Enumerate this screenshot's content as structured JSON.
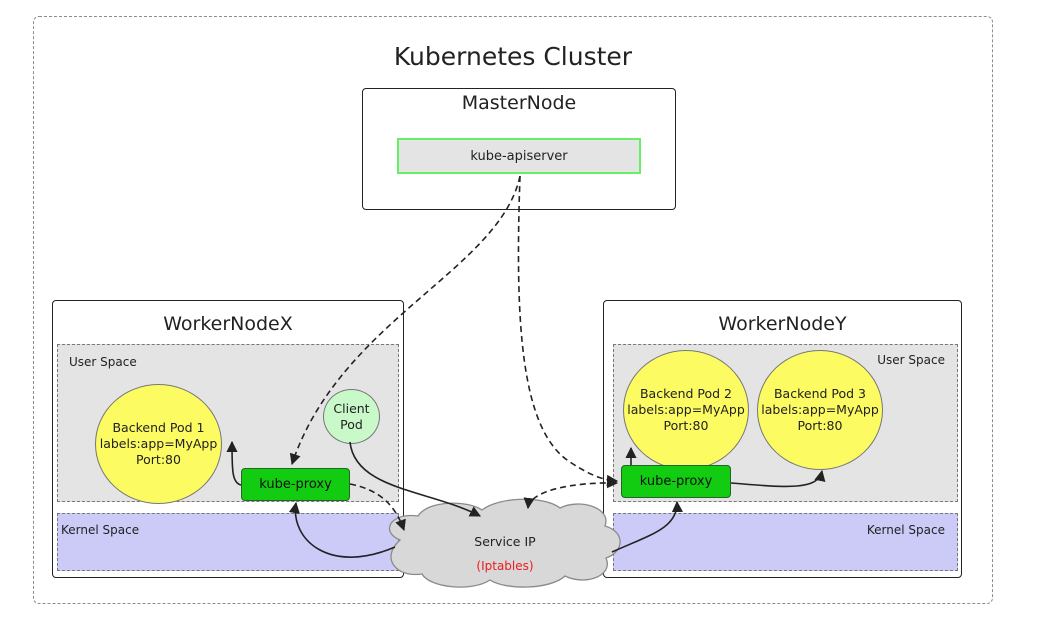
{
  "cluster": {
    "title": "Kubernetes Cluster"
  },
  "master": {
    "title": "MasterNode",
    "apiserver": "kube-apiserver"
  },
  "workerX": {
    "title": "WorkerNodeX",
    "user_space": "User Space",
    "kernel_space": "Kernel Space",
    "backend_pod": {
      "name": "Backend Pod 1",
      "labels": "labels:app=MyApp",
      "port": "Port:80"
    },
    "client_pod": {
      "line1": "Client",
      "line2": "Pod"
    },
    "kube_proxy": "kube-proxy"
  },
  "workerY": {
    "title": "WorkerNodeY",
    "user_space": "User Space",
    "kernel_space": "Kernel Space",
    "backend_pod_2": {
      "name": "Backend Pod 2",
      "labels": "labels:app=MyApp",
      "port": "Port:80"
    },
    "backend_pod_3": {
      "name": "Backend Pod 3",
      "labels": "labels:app=MyApp",
      "port": "Port:80"
    },
    "kube_proxy": "kube-proxy"
  },
  "service": {
    "label": "Service IP",
    "sublabel": "(Iptables)"
  },
  "colors": {
    "pod": "#fdfb62",
    "client_pod": "#c9f8c9",
    "kube_proxy": "#11cc11",
    "apiserver_border": "#66ee66",
    "user_space": "#e4e4e4",
    "kernel_space": "#cccbf8",
    "cloud": "#d8d8d8",
    "iptables_text": "#ee1c1c"
  }
}
